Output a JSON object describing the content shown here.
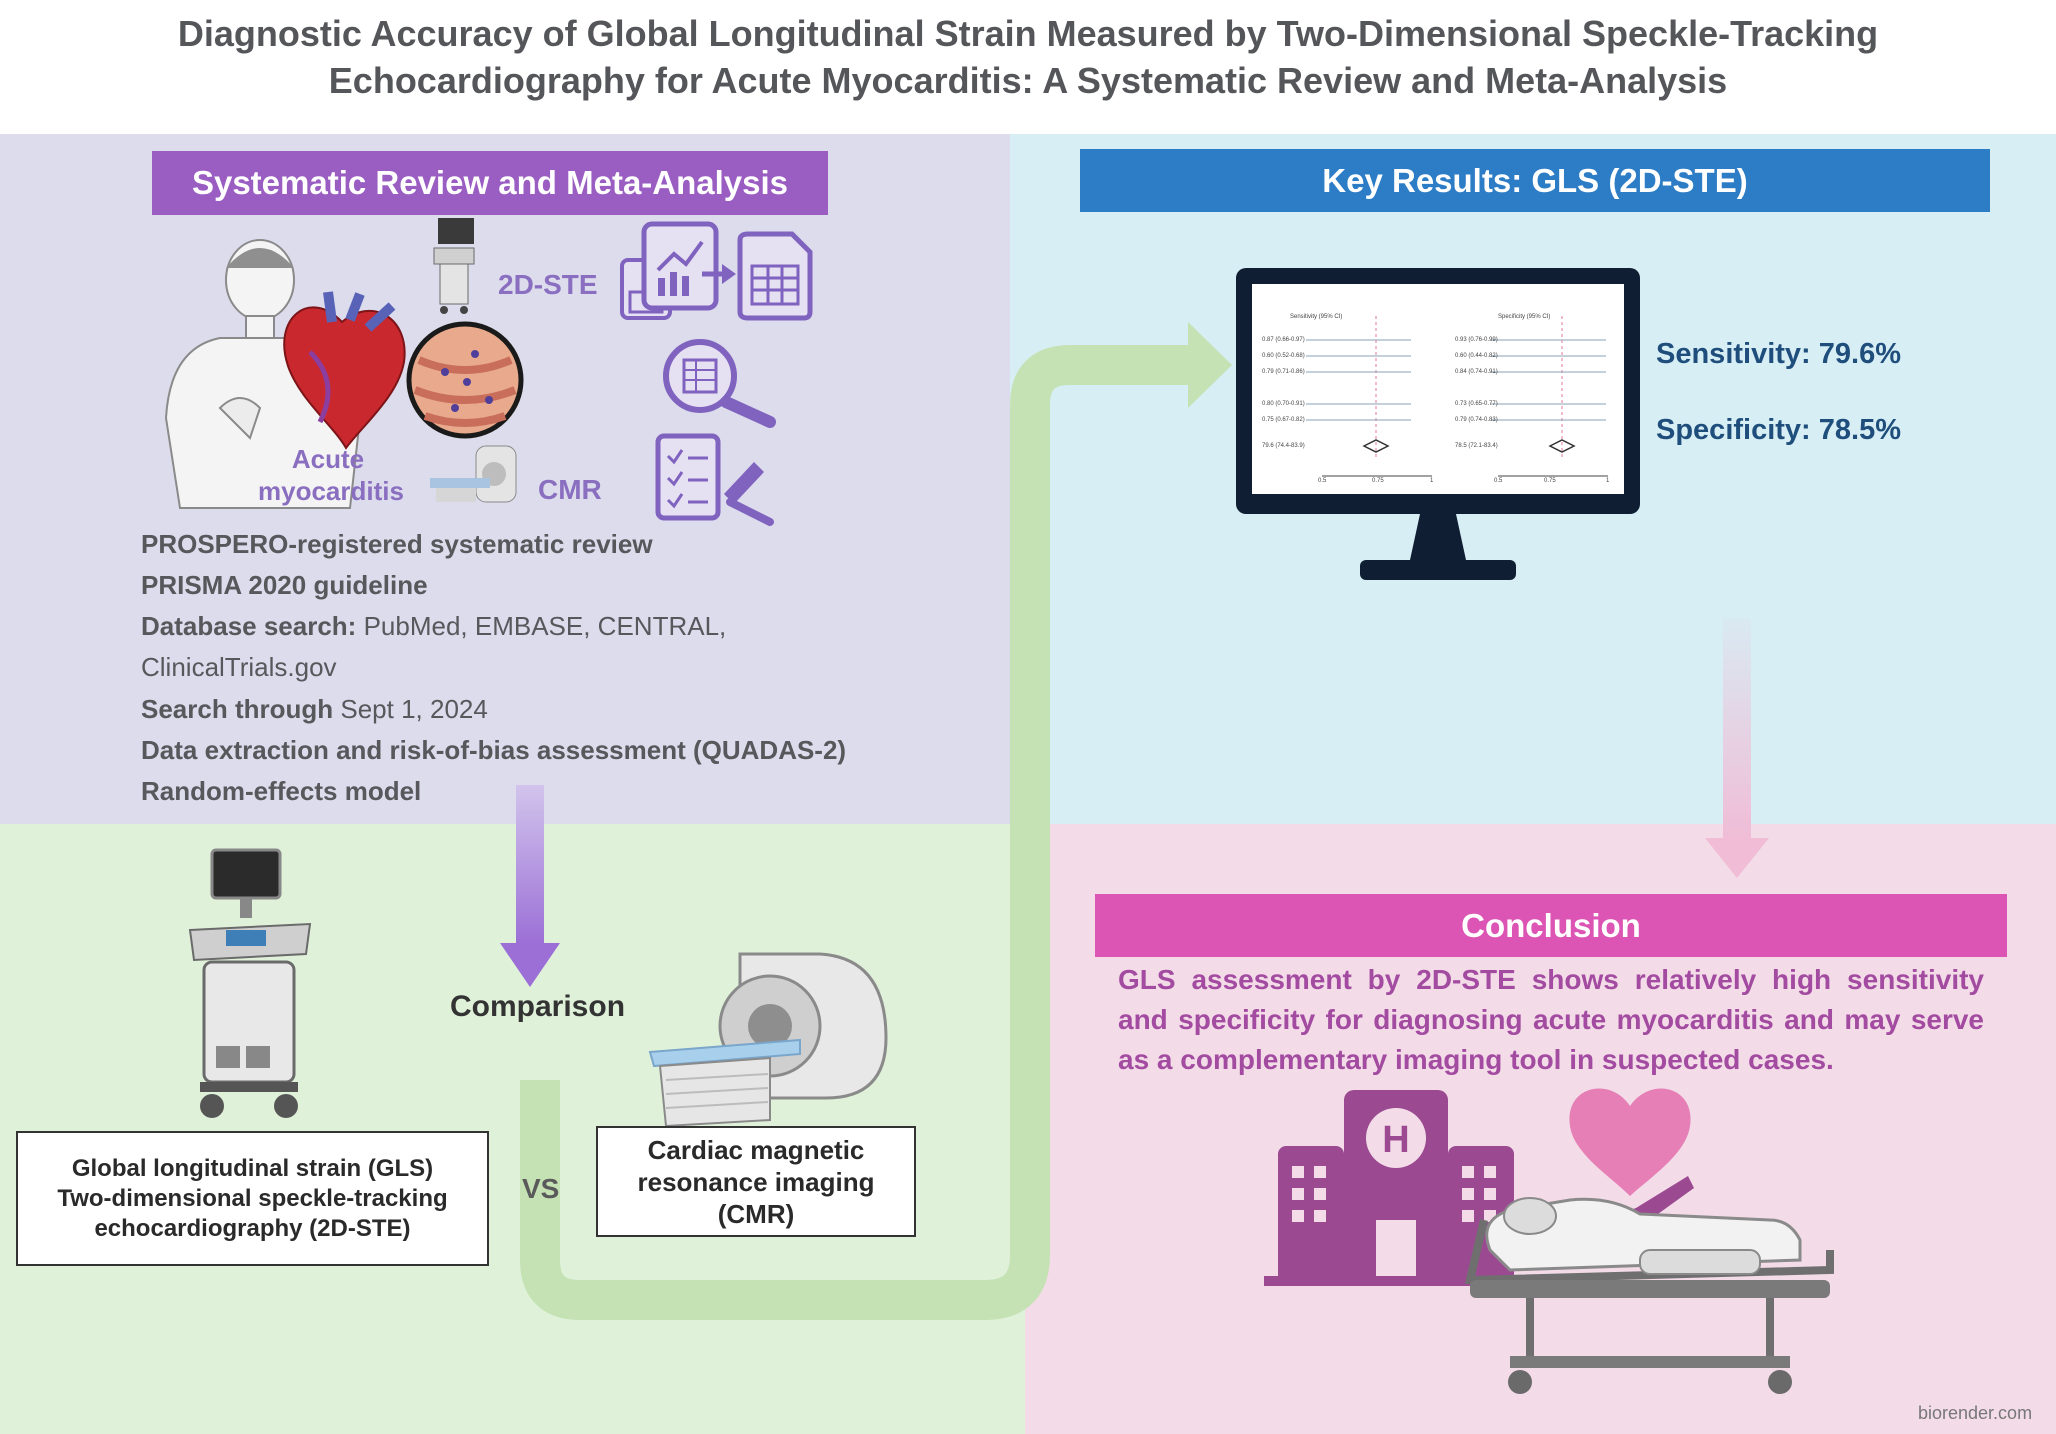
{
  "title": {
    "line1": "Diagnostic Accuracy of Global Longitudinal Strain Measured by Two-Dimensional Speckle-Tracking",
    "line2": "Echocardiography for Acute Myocarditis: A Systematic Review and Meta-Analysis"
  },
  "review": {
    "header": "Systematic Review and Meta-Analysis",
    "illustration_labels": {
      "stem": "2D-STE",
      "cmr": "CMR",
      "myocarditis": "Acute myocarditis"
    },
    "methods": [
      {
        "bold": "PROSPERO-registered systematic review",
        "normal": ""
      },
      {
        "bold": "PRISMA 2020 guideline",
        "normal": ""
      },
      {
        "bold": "Database search:",
        "normal": " PubMed, EMBASE, CENTRAL,"
      },
      {
        "bold": "",
        "normal": "ClinicalTrials.gov"
      },
      {
        "bold": "Search through",
        "normal": " Sept 1, 2024"
      },
      {
        "bold": "Data extraction and risk-of-bias assessment  (QUADAS-2)",
        "normal": ""
      },
      {
        "bold": "Random-effects model",
        "normal": ""
      }
    ]
  },
  "results": {
    "header": "Key Results: GLS (2D-STE)",
    "sensitivity": "Sensitivity: 79.6%",
    "specificity": "Specificity: 78.5%",
    "forest": {
      "sens_title": "Sensitivity (95% CI)",
      "spec_title": "Specificity (95% CI)",
      "sens_rows": [
        "0.87 (0.66-0.97)",
        "0.60 (0.52-0.68)",
        "0.79 (0.71-0.86)",
        "0.80 (0.70-0.91)",
        "0.75 (0.67-0.82)"
      ],
      "spec_rows": [
        "0.93 (0.76-0.99)",
        "0.60 (0.44-0.82)",
        "0.84 (0.74-0.91)",
        "0.73 (0.65-0.77)",
        "0.79 (0.74-0.83)"
      ],
      "sens_pooled": "79.6 (74.4-83.9)",
      "spec_pooled": "78.5 (72.1-83.4)",
      "axis_ticks": [
        "0.5",
        "0.75",
        "1"
      ]
    }
  },
  "comparison": {
    "label": "Comparison",
    "vs": "VS",
    "gls_box": [
      "Global longitudinal strain (GLS)",
      "Two-dimensional speckle-tracking",
      "echocardiography (2D-STE)"
    ],
    "cmr_box": [
      "Cardiac magnetic",
      "resonance imaging",
      "(CMR)"
    ]
  },
  "conclusion": {
    "header": "Conclusion",
    "text": "GLS assessment by 2D-STE shows relatively high sensitivity and specificity for diagnosing acute myocarditis and may serve as a complementary imaging tool in suspected cases."
  },
  "watermark": "biorender.com",
  "colors": {
    "review_bg": "#dcdcec",
    "results_bg": "#d7eef4",
    "comparison_bg": "#e0f1da",
    "conclusion_bg": "#f3dce8",
    "review_header": "#9a5ec3",
    "results_header": "#2c7cc6",
    "conclusion_header": "#dc55b4",
    "result_text": "#1f4e7d",
    "conclusion_text": "#a24ba0"
  },
  "icons": [
    "patient-icon",
    "heart-icon",
    "ultrasound-machine-icon",
    "mri-scanner-icon",
    "chart-document-icon",
    "table-document-icon",
    "magnifier-icon",
    "checklist-icon",
    "monitor-icon",
    "hospital-icon",
    "heart-hand-icon",
    "patient-bed-icon"
  ]
}
